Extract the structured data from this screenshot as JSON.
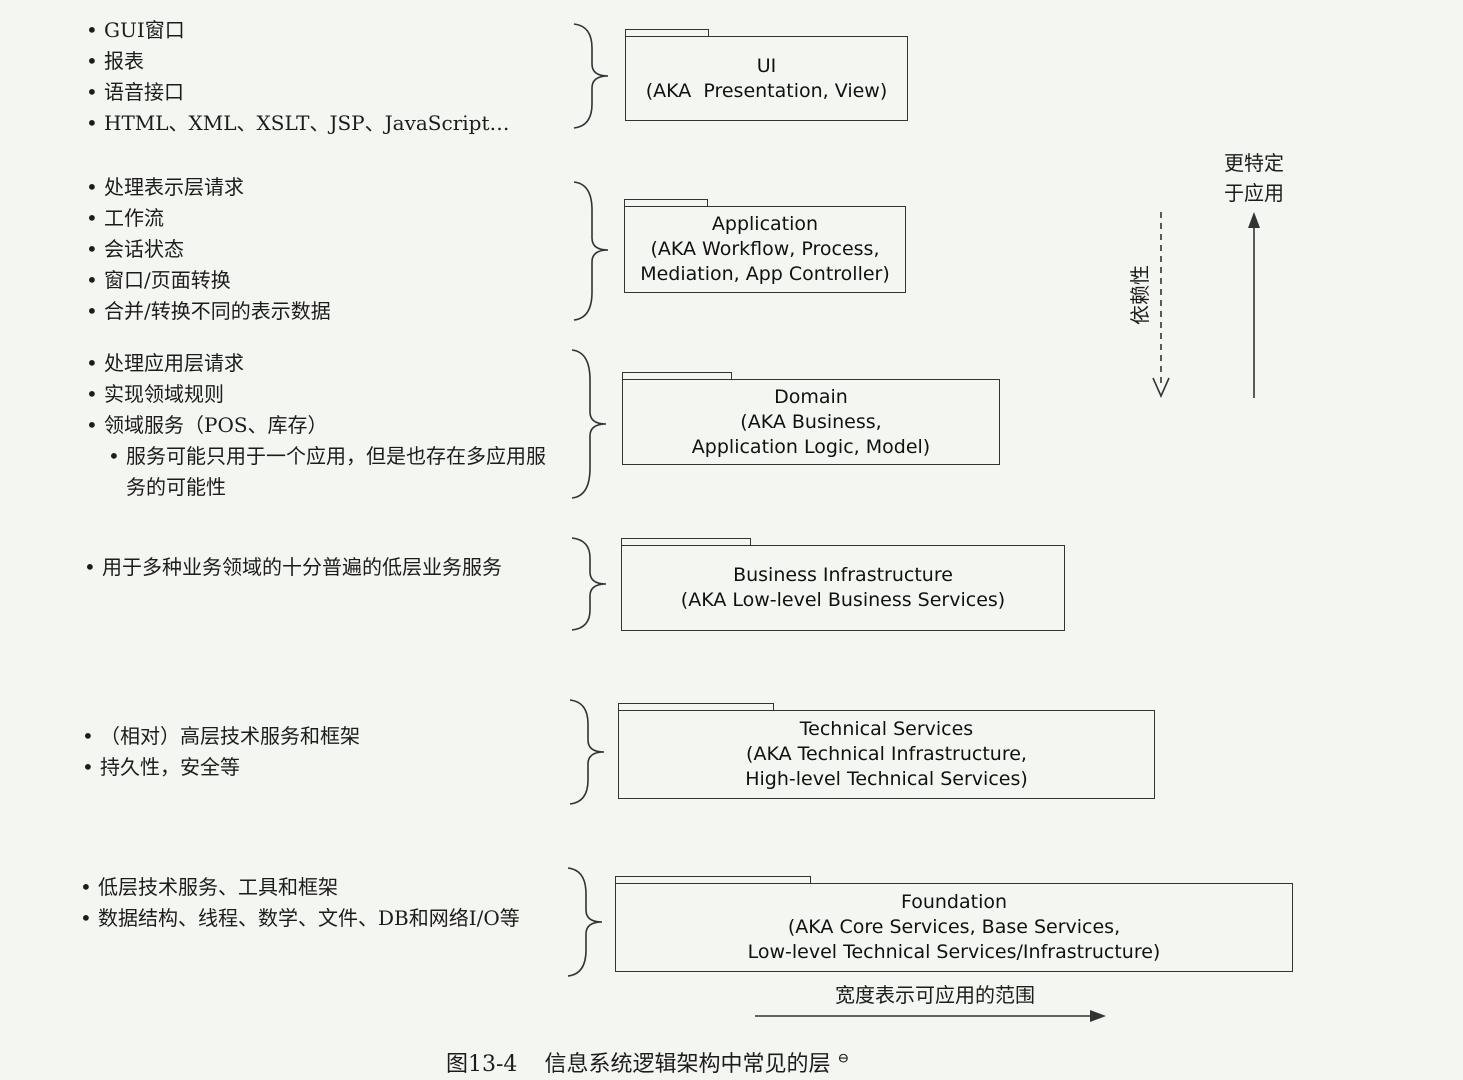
{
  "layers": [
    {
      "key": "ui",
      "name": "UI",
      "aka": [
        "(AKA  Presentation, View)"
      ],
      "bullets": [
        "GUI窗口",
        "报表",
        "语音接口",
        "HTML、XML、XSLT、JSP、JavaScript…"
      ]
    },
    {
      "key": "application",
      "name": "Application",
      "aka": [
        "(AKA Workflow, Process,",
        "Mediation, App Controller)"
      ],
      "bullets": [
        "处理表示层请求",
        "工作流",
        "会话状态",
        "窗口/页面转换",
        "合并/转换不同的表示数据"
      ]
    },
    {
      "key": "domain",
      "name": "Domain",
      "aka": [
        "(AKA Business,",
        "Application Logic, Model)"
      ],
      "bullets": [
        "处理应用层请求",
        "实现领域规则",
        "领域服务（POS、库存）"
      ],
      "sub_bullet": "服务可能只用于一个应用，但是也存在多应用服务的可能性"
    },
    {
      "key": "business-infrastructure",
      "name": "Business Infrastructure",
      "aka": [
        "(AKA Low-level Business Services)"
      ],
      "bullets": [
        "用于多种业务领域的十分普遍的低层业务服务"
      ]
    },
    {
      "key": "technical-services",
      "name": "Technical Services",
      "aka": [
        "(AKA Technical Infrastructure,",
        "High-level Technical Services)"
      ],
      "bullets": [
        "（相对）高层技术服务和框架",
        "持久性，安全等"
      ]
    },
    {
      "key": "foundation",
      "name": "Foundation",
      "aka": [
        "(AKA Core Services, Base Services,",
        "Low-level Technical Services/Infrastructure)"
      ],
      "bullets": [
        "低层技术服务、工具和框架",
        "数据结构、线程、数学、文件、DB和网络I/O等"
      ]
    }
  ],
  "labels": {
    "more_app_specific": [
      "更特定",
      "于应用"
    ],
    "dependency": "依赖性",
    "width_meaning": "宽度表示可应用的范围"
  },
  "caption": {
    "number": "图13-4",
    "text": "信息系统逻辑架构中常见的层",
    "footnote_mark": "⊖"
  }
}
